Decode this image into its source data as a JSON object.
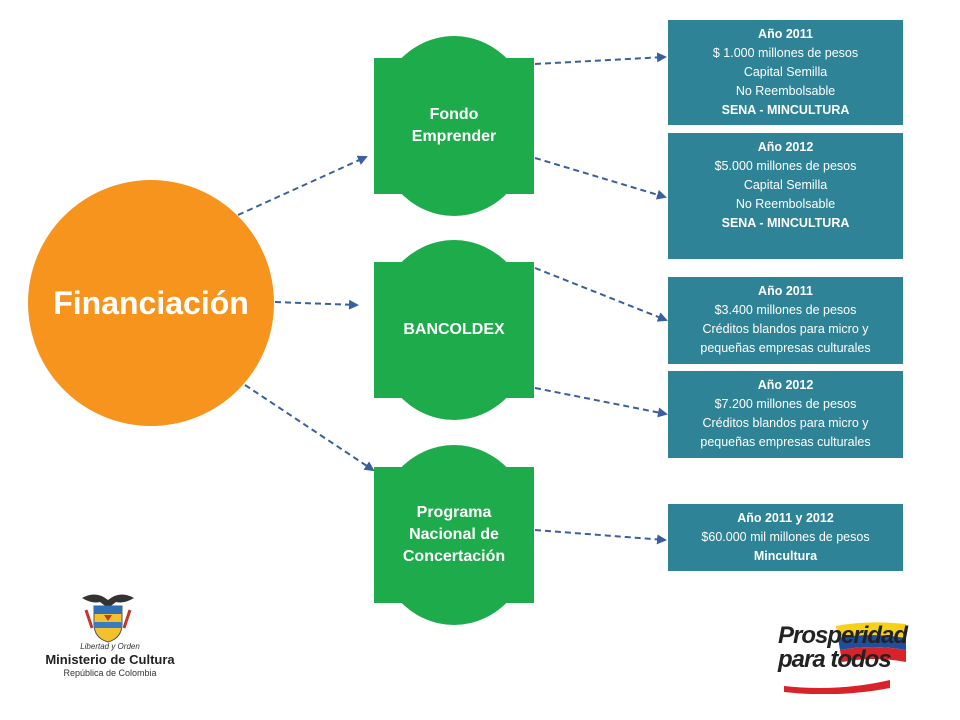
{
  "main_node": "Financiación",
  "nodes": [
    {
      "label": "Fondo\nEmprender"
    },
    {
      "label": "BANCOLDEX"
    },
    {
      "label": "Programa\nNacional de\nConcertación"
    }
  ],
  "boxes": [
    {
      "lines": [
        "Año  2011",
        "$ 1.000 millones  de pesos",
        "Capital Semilla",
        "No Reembolsable",
        "SENA - MINCULTURA"
      ]
    },
    {
      "lines": [
        "Año  2012",
        "$5.000 millones de  pesos",
        "Capital Semilla",
        "No Reembolsable",
        "SENA - MINCULTURA"
      ]
    },
    {
      "lines": [
        "Año  2011",
        "$3.400 millones de pesos",
        "Créditos blandos para micro y",
        "pequeñas empresas culturales"
      ]
    },
    {
      "lines": [
        "Año  2012",
        "$7.200 millones de  pesos",
        "Créditos blandos para micro y",
        "pequeñas empresas culturales"
      ]
    },
    {
      "lines": [
        "Año  2011 y 2012",
        "$60.000 mil millones de  pesos",
        "Mincultura"
      ]
    }
  ],
  "footer": {
    "ministry_motto": "Libertad y Orden",
    "ministry_name": "Ministerio de Cultura",
    "ministry_country": "República de Colombia",
    "slogan_line1": "Prosperidad",
    "slogan_line2": "para todos"
  },
  "colors": {
    "main": "#f7941d",
    "node": "#1eab4b",
    "box": "#2e8396",
    "connector": "#3a5f9e"
  }
}
